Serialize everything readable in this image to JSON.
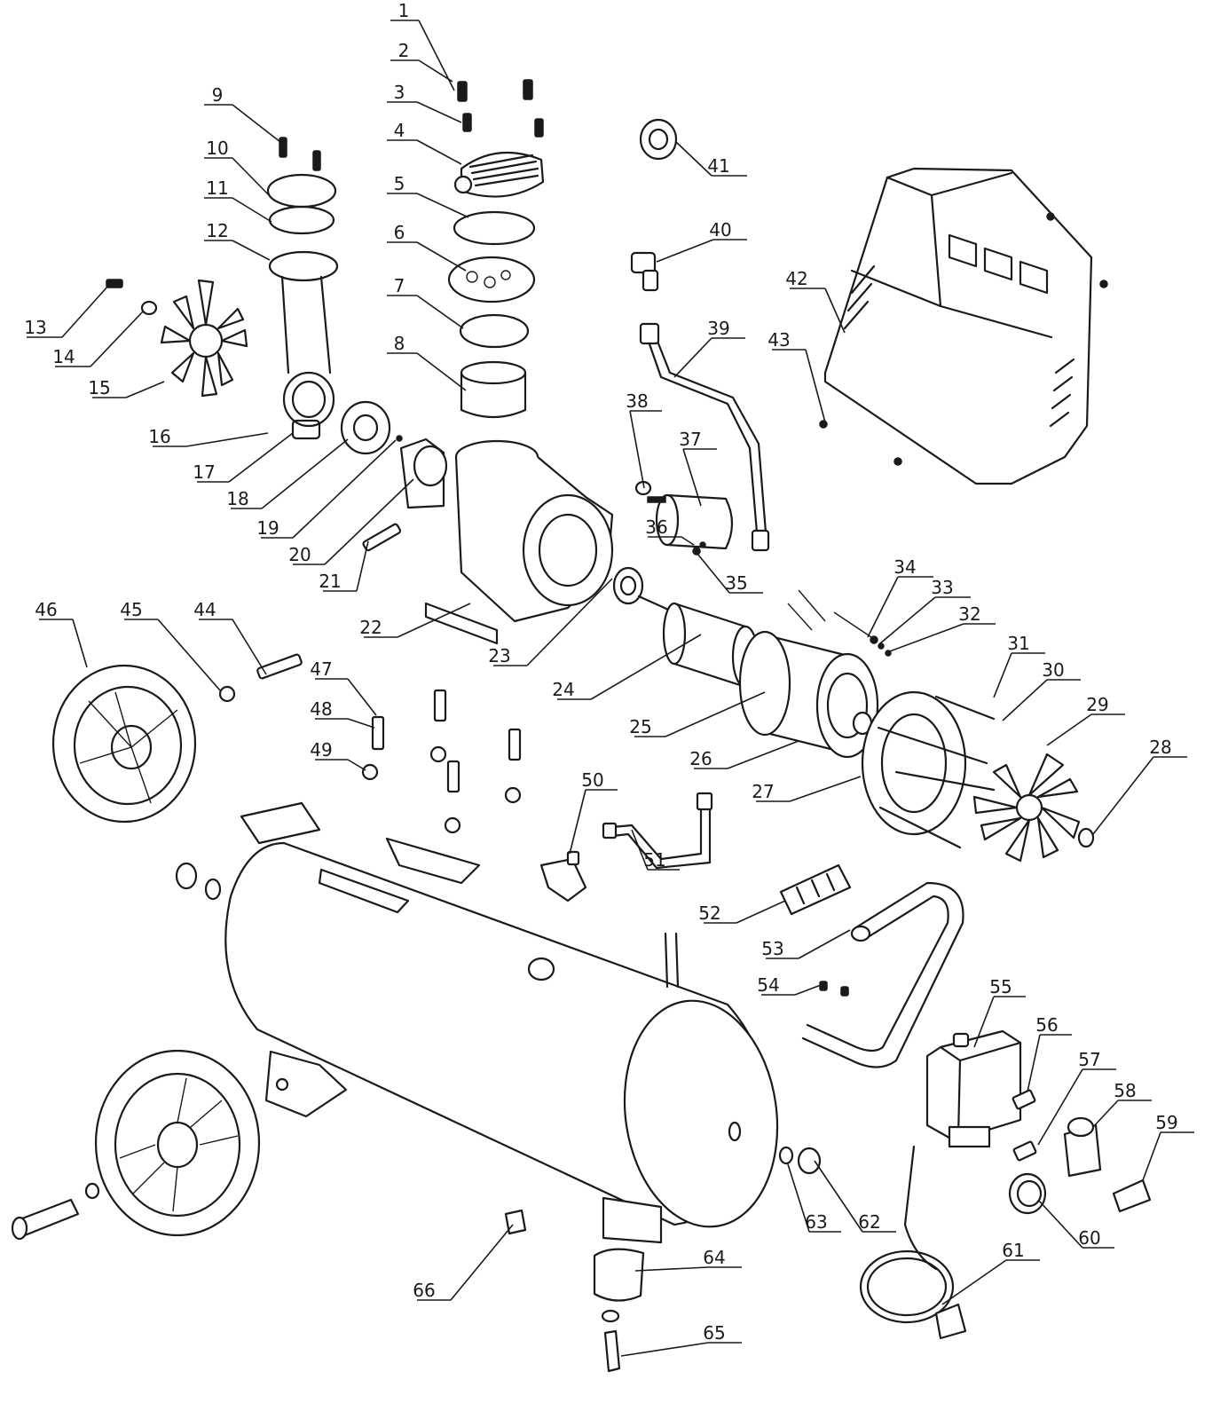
{
  "diagram": {
    "callout_labels": [
      "1",
      "2",
      "3",
      "4",
      "5",
      "6",
      "7",
      "8",
      "9",
      "10",
      "11",
      "12",
      "13",
      "14",
      "15",
      "16",
      "17",
      "18",
      "19",
      "20",
      "21",
      "22",
      "23",
      "24",
      "25",
      "26",
      "27",
      "28",
      "29",
      "30",
      "31",
      "32",
      "33",
      "34",
      "35",
      "36",
      "37",
      "38",
      "39",
      "40",
      "41",
      "42",
      "43",
      "44",
      "45",
      "46",
      "47",
      "48",
      "49",
      "50",
      "51",
      "52",
      "53",
      "54",
      "55",
      "56",
      "57",
      "58",
      "59",
      "60",
      "61",
      "62",
      "63",
      "64",
      "65",
      "66"
    ]
  }
}
